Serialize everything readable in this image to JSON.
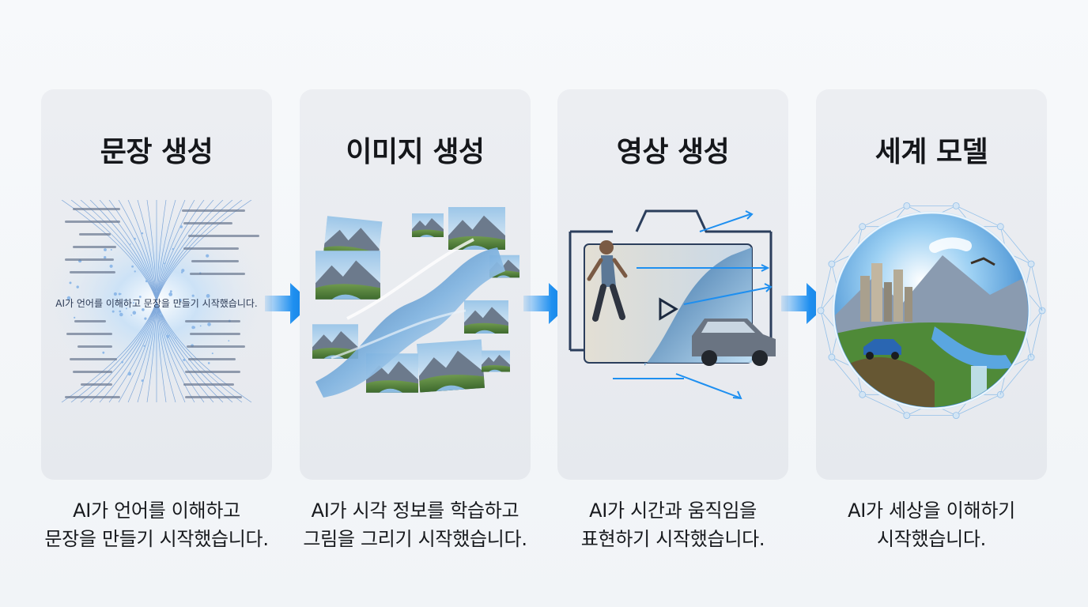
{
  "steps": [
    {
      "title": "문장 생성",
      "overlay": "AI가 언어를 이해하고 문장을 만들기 시작했습니다.",
      "caption_line1": "AI가 언어를 이해하고",
      "caption_line2": "문장을 만들기 시작했습니다."
    },
    {
      "title": "이미지 생성",
      "caption_line1": "AI가 시각 정보를 학습하고",
      "caption_line2": "그림을 그리기 시작했습니다."
    },
    {
      "title": "영상 생성",
      "caption_line1": "AI가 시간과 움직임을",
      "caption_line2": "표현하기 시작했습니다."
    },
    {
      "title": "세계 모델",
      "caption_line1": "AI가 세상을 이해하기",
      "caption_line2": "시작했습니다."
    }
  ],
  "colors": {
    "arrow": "#1e8ff0",
    "card_bg": "#e9ecf0",
    "network": "#7fb6e8"
  },
  "icons": [
    "text-network-icon",
    "landscape-collage-icon",
    "camera-motion-icon",
    "world-globe-icon",
    "right-arrow-icon"
  ]
}
